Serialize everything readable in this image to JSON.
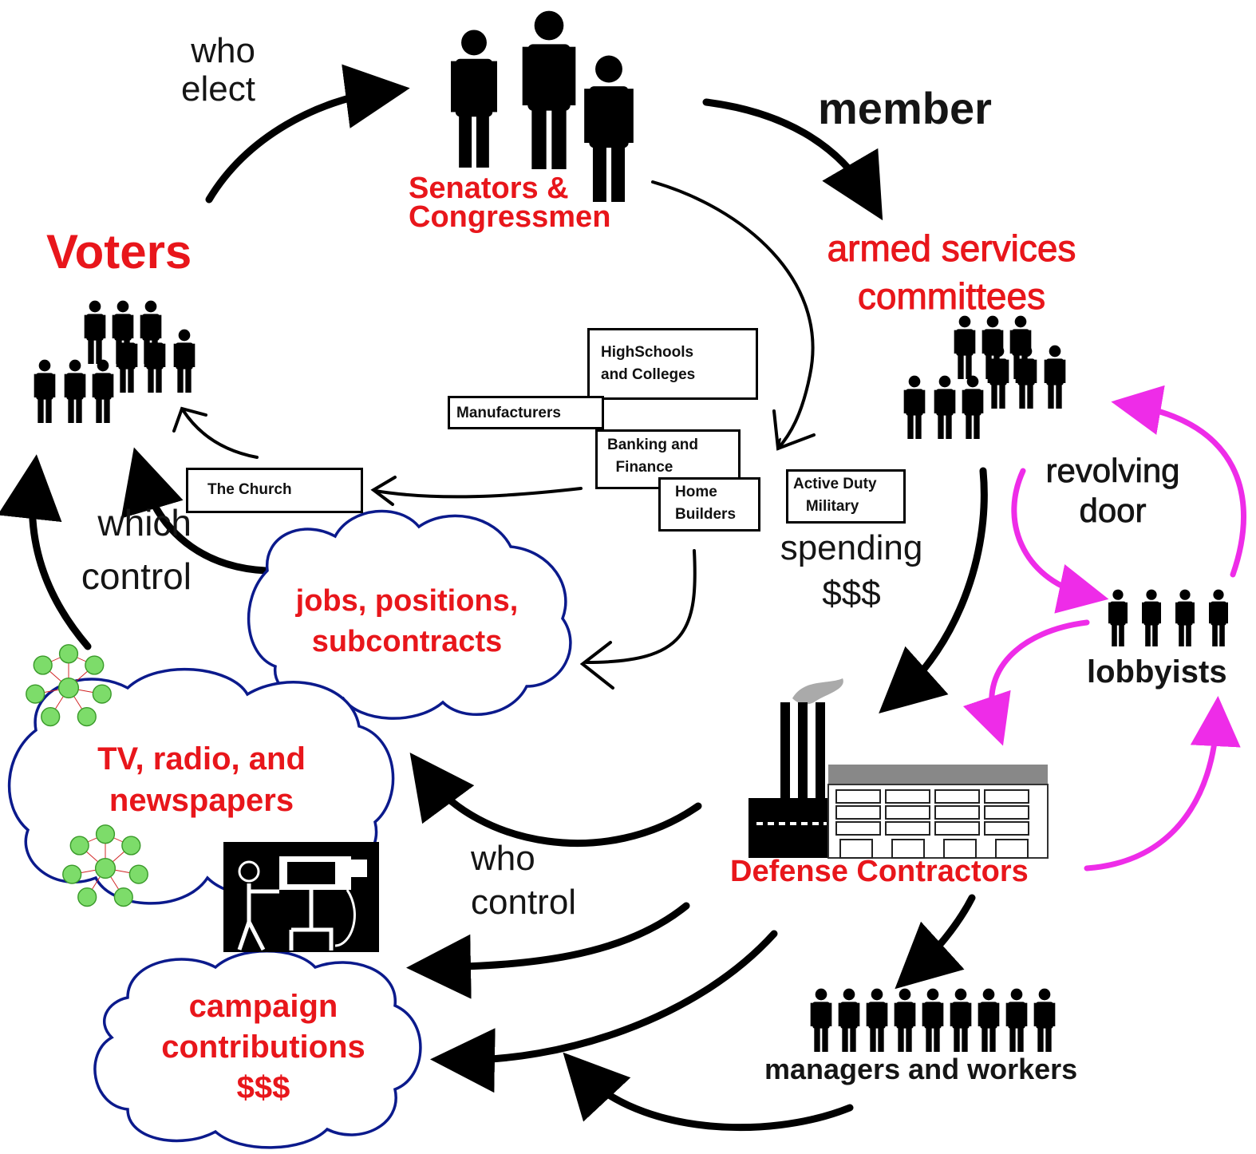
{
  "labels": {
    "who_elect": "who\nelect",
    "member": "member",
    "senators": "Senators &\nCongressmen",
    "voters": "Voters",
    "armed_services": "armed services\ncommittees",
    "revolving_door": "revolving\ndoor",
    "lobbyists": "lobbyists",
    "which_control": "which\ncontrol",
    "jobs": "jobs, positions,\nsubcontracts",
    "spending": "spending\n$$$",
    "media": "TV, radio, and\nnewspapers",
    "who_control": "who\ncontrol",
    "defense_contractors": "Defense Contractors",
    "campaign": "campaign\ncontributions\n$$$",
    "managers": "managers and workers"
  },
  "boxes": {
    "highschools": "HighSchools\nand Colleges",
    "manufacturers": "Manufacturers",
    "banking": "Banking and\n  Finance",
    "home_builders": "Home\nBuilders",
    "active_duty": "Active Duty\n   Military",
    "church": "The Church"
  },
  "colors": {
    "accent_red": "#e8161b",
    "cloud_border": "#0b1a8c",
    "revolving_magenta": "#ee2ce8",
    "arrow_black": "#000000",
    "network_node_green": "#7ddc6a"
  },
  "icons": {
    "senators": "people-group-icon",
    "voters": "crowd-icon",
    "committees": "crowd-icon",
    "lobbyists": "people-row-icon",
    "managers": "people-row-icon",
    "factory": "factory-icon",
    "camera": "camera-operator-icon",
    "network": "network-nodes-icon"
  }
}
